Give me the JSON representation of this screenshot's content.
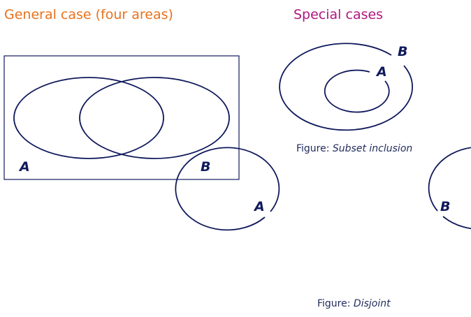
{
  "headings": {
    "general": "General case (four areas)",
    "special": "Special cases"
  },
  "general_case": {
    "set_a_label": "A",
    "set_b_label": "B"
  },
  "subset_case": {
    "outer_label": "B",
    "inner_label": "A",
    "caption_prefix": "Figure:",
    "caption_text": "Subset inclusion"
  },
  "disjoint_case": {
    "left_label": "A",
    "right_label": "B",
    "caption_prefix": "Figure:",
    "caption_text": "Disjoint"
  },
  "colors": {
    "general_heading": "#e8711c",
    "special_heading": "#b0177f",
    "shapes": "#101a5c"
  }
}
